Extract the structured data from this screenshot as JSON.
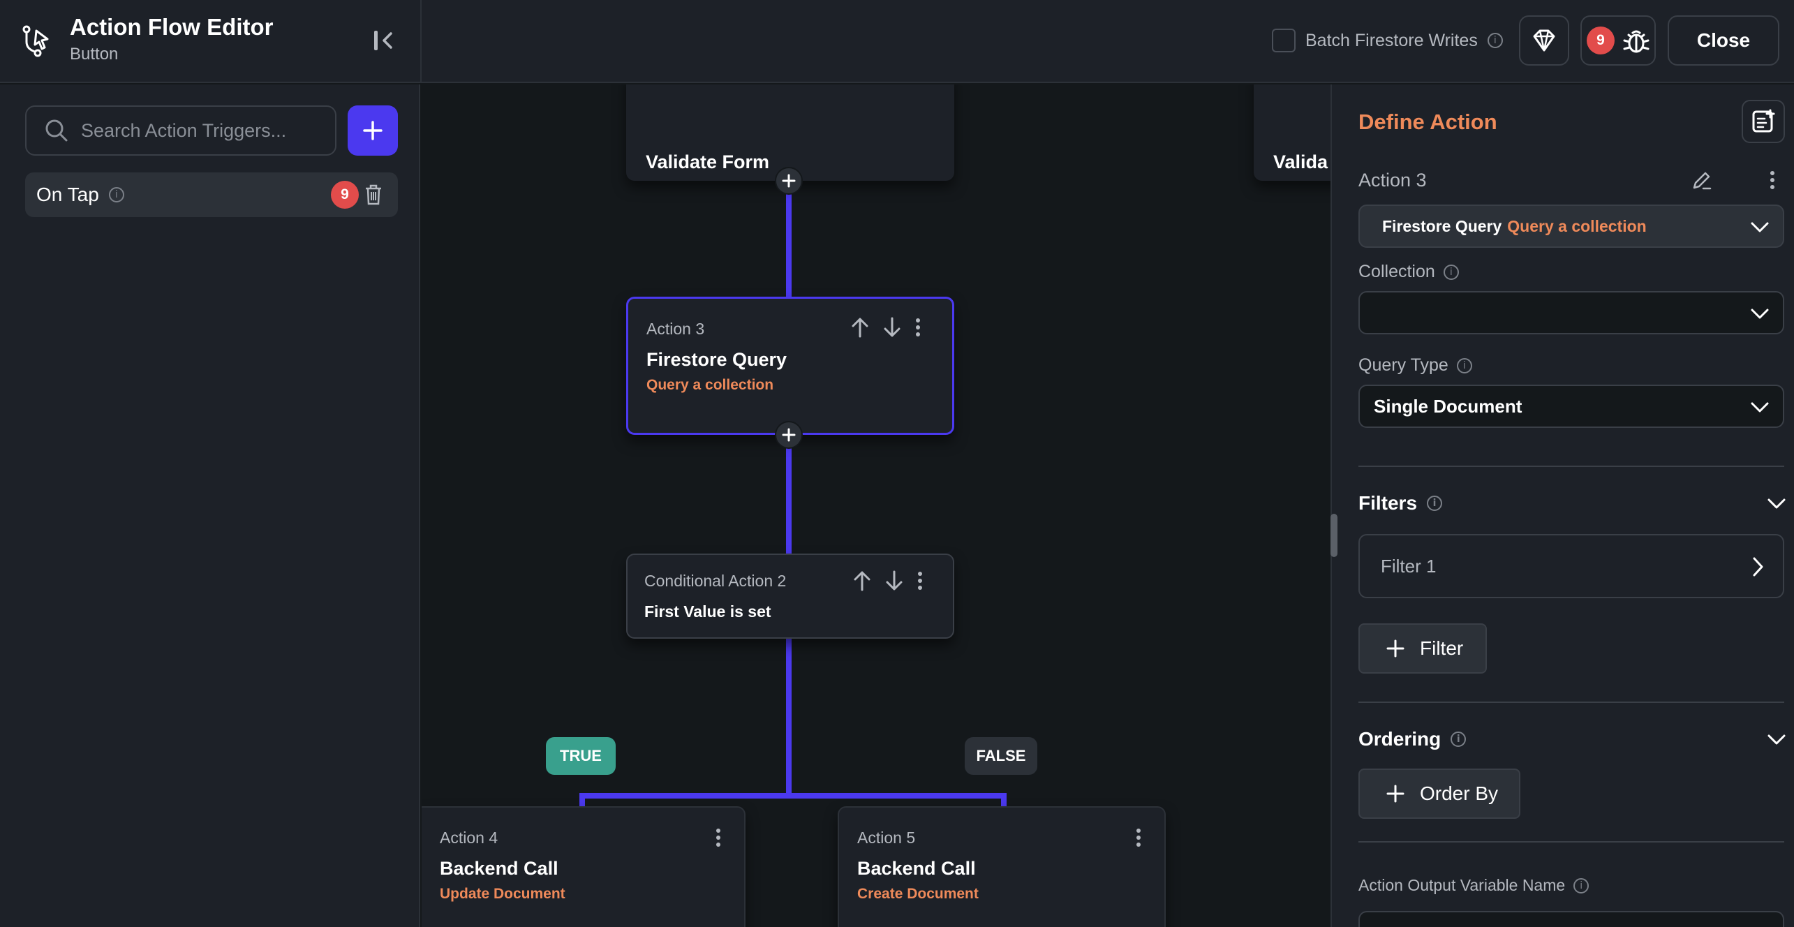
{
  "header": {
    "title": "Action Flow Editor",
    "subtitle": "Button",
    "batch_label": "Batch Firestore Writes",
    "error_count": "9",
    "close_label": "Close"
  },
  "left": {
    "search_placeholder": "Search Action Triggers...",
    "trigger_label": "On Tap",
    "trigger_count": "9"
  },
  "canvas": {
    "top_node_title": "Validate Form",
    "right_partial_title": "Valida",
    "action3": {
      "meta": "Action 3",
      "title": "Firestore Query",
      "sub": "Query a collection"
    },
    "conditional": {
      "meta": "Conditional Action 2",
      "title": "First Value is set"
    },
    "true_label": "TRUE",
    "false_label": "FALSE",
    "action4": {
      "meta": "Action 4",
      "title": "Backend Call",
      "sub": "Update Document"
    },
    "action5": {
      "meta": "Action 5",
      "title": "Backend Call",
      "sub": "Create Document"
    }
  },
  "right": {
    "title": "Define Action",
    "action_label": "Action 3",
    "action_type": "Firestore Query",
    "action_sub": "Query a collection",
    "collection_label": "Collection",
    "collection_value": "",
    "query_type_label": "Query Type",
    "query_type_value": "Single Document",
    "filters_label": "Filters",
    "filter_item": "Filter 1",
    "add_filter": "Filter",
    "ordering_label": "Ordering",
    "order_by": "Order By",
    "output_var_label": "Action Output Variable Name"
  },
  "colors": {
    "accent": "#4b39ef",
    "orange": "#ef8a5a",
    "badge_red": "#e24c4b",
    "true_green": "#39a08d"
  }
}
